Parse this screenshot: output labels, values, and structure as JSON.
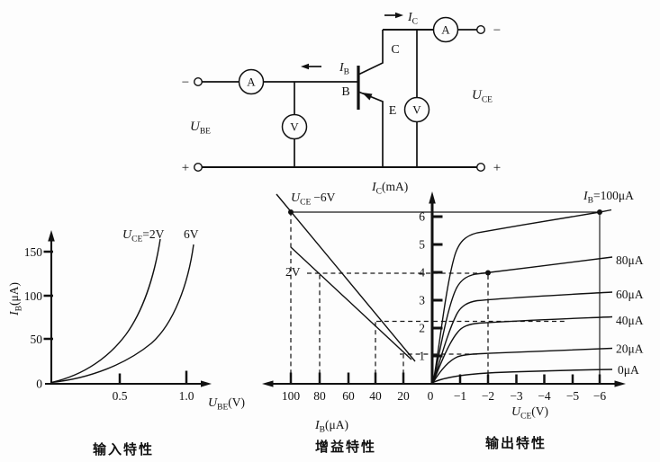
{
  "colors": {
    "ink": "#111111",
    "background": "#fdfdfd"
  },
  "circuit": {
    "ammeter_label": "A",
    "voltmeter_label": "V",
    "minus_sign": "−",
    "plus_sign": "+",
    "labels": {
      "u_be": {
        "sym": "U",
        "sub": "BE"
      },
      "u_ce": {
        "sym": "U",
        "sub": "CE"
      },
      "i_b": {
        "sym": "I",
        "sub": "B"
      },
      "i_c": {
        "sym": "I",
        "sub": "C"
      },
      "base": "B",
      "collector": "C",
      "emitter": "E"
    }
  },
  "charts": {
    "input": {
      "caption": "输入特性",
      "y_label": {
        "sym": "I",
        "sub": "B",
        "unit": "(μA)"
      },
      "x_label": {
        "sym": "U",
        "sub": "BE",
        "unit": "(V)"
      },
      "y_ticks": [
        "0",
        "50",
        "100",
        "150"
      ],
      "x_ticks": [
        "0.5",
        "1.0"
      ],
      "curve1_label": {
        "sym": "U",
        "sub": "CE",
        "rest": "=2V"
      },
      "curve2_label": "6V"
    },
    "gain": {
      "caption": "增益特性",
      "x_label": {
        "sym": "I",
        "sub": "B",
        "unit": "(μA)"
      },
      "x_ticks": [
        "100",
        "80",
        "60",
        "40",
        "20"
      ],
      "line1_label": {
        "sym": "U",
        "sub": "CE",
        "rest": "−6V"
      },
      "line2_label": "2V"
    },
    "output": {
      "caption": "输出特性",
      "y_label": {
        "sym": "I",
        "sub": "C",
        "unit": "(mA)"
      },
      "x_label": {
        "sym": "U",
        "sub": "CE",
        "unit": "(V)"
      },
      "y_ticks": [
        "1",
        "2",
        "3",
        "4",
        "5",
        "6"
      ],
      "x_ticks": [
        "0",
        "−1",
        "−2",
        "−3",
        "−4",
        "−5",
        "−6"
      ],
      "curve1_label": {
        "sym": "I",
        "sub": "B",
        "rest": "=100μA"
      },
      "curve_labels": [
        "80μA",
        "60μA",
        "40μA",
        "20μA",
        "0μA"
      ]
    }
  },
  "chart_data": [
    {
      "id": "input-characteristics",
      "type": "line",
      "title": "输入特性",
      "xlabel": "U_BE(V)",
      "ylabel": "I_B(μA)",
      "xlim": [
        0,
        1.15
      ],
      "ylim": [
        0,
        165
      ],
      "x_ticks": [
        0.5,
        1.0
      ],
      "y_ticks": [
        0,
        50,
        100,
        150
      ],
      "grid": false,
      "series": [
        {
          "name": "U_CE=2V",
          "x": [
            0,
            0.2,
            0.4,
            0.5,
            0.6,
            0.7,
            0.78
          ],
          "y": [
            0,
            6,
            25,
            42,
            75,
            120,
            160
          ]
        },
        {
          "name": "U_CE=6V",
          "x": [
            0,
            0.3,
            0.5,
            0.7,
            0.85,
            1.0,
            1.05
          ],
          "y": [
            0,
            5,
            17,
            40,
            70,
            110,
            155
          ]
        }
      ]
    },
    {
      "id": "gain-characteristics",
      "type": "line",
      "title": "增益特性",
      "xlabel": "I_B(μA)",
      "ylabel": "I_C(mA)",
      "xlim": [
        0,
        110
      ],
      "ylim": [
        0,
        6.5
      ],
      "x_ticks": [
        100,
        80,
        60,
        40,
        20,
        0
      ],
      "axis_note": "I_B axis increases to the left, shares I_C axis with output chart",
      "series": [
        {
          "name": "U_CE=−6V",
          "x": [
            12,
            20,
            40,
            80,
            100
          ],
          "y": [
            0.8,
            1.2,
            2.4,
            5.0,
            6.2
          ]
        },
        {
          "name": "U_CE=2V",
          "x": [
            20,
            40,
            80,
            100
          ],
          "y": [
            1.0,
            2.0,
            4.0,
            5.0
          ]
        }
      ],
      "marked_points": [
        {
          "x": 100,
          "y": 6.2
        }
      ],
      "dashed_guides": {
        "verticals_at_IB": [
          100,
          80,
          40,
          20
        ],
        "horizontals_at_IC": [
          4.0,
          2.3,
          1.1
        ]
      }
    },
    {
      "id": "output-characteristics",
      "type": "line",
      "title": "输出特性",
      "xlabel": "U_CE(V)",
      "ylabel": "I_C(mA)",
      "xlim": [
        0,
        -6.5
      ],
      "ylim": [
        0,
        6.5
      ],
      "x_ticks": [
        0,
        -1,
        -2,
        -3,
        -4,
        -5,
        -6
      ],
      "y_ticks": [
        1,
        2,
        3,
        4,
        5,
        6
      ],
      "series": [
        {
          "name": "I_B=100μA",
          "x": [
            0,
            -0.5,
            -1.1,
            -2,
            -4,
            -6
          ],
          "y": [
            0,
            2.5,
            5.2,
            5.6,
            5.9,
            6.2
          ]
        },
        {
          "name": "I_B=80μA",
          "x": [
            0,
            -0.5,
            -1.3,
            -2,
            -4,
            -6
          ],
          "y": [
            0,
            2.0,
            3.8,
            4.0,
            4.3,
            4.5
          ]
        },
        {
          "name": "I_B=60μA",
          "x": [
            0,
            -0.5,
            -1.4,
            -2,
            -4,
            -6
          ],
          "y": [
            0,
            1.6,
            3.0,
            3.1,
            3.25,
            3.4
          ]
        },
        {
          "name": "I_B=40μA",
          "x": [
            0,
            -0.5,
            -1.5,
            -2,
            -4,
            -6
          ],
          "y": [
            0,
            1.2,
            2.1,
            2.2,
            2.3,
            2.4
          ]
        },
        {
          "name": "I_B=20μA",
          "x": [
            0,
            -0.5,
            -1.0,
            -2,
            -4,
            -6
          ],
          "y": [
            0,
            0.7,
            1.0,
            1.1,
            1.2,
            1.3
          ]
        },
        {
          "name": "I_B=0μA",
          "x": [
            0,
            -1,
            -3,
            -6
          ],
          "y": [
            0,
            0.2,
            0.25,
            0.3
          ]
        }
      ],
      "marked_points": [
        {
          "x": -2,
          "y": 4.0
        },
        {
          "x": -6,
          "y": 6.2
        }
      ]
    }
  ]
}
